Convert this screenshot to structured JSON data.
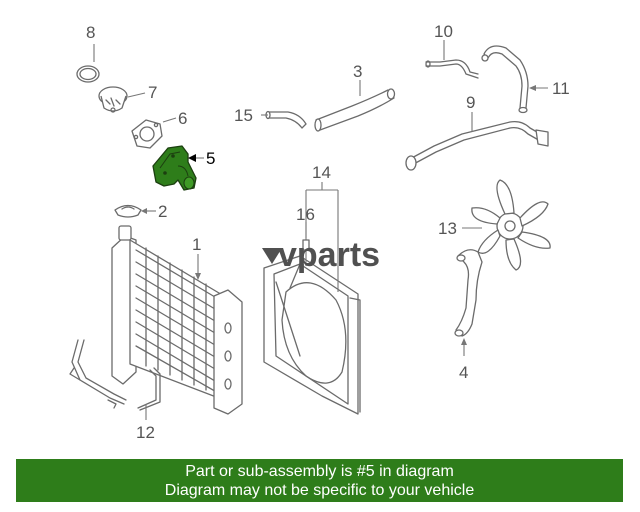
{
  "diagram": {
    "callouts": {
      "c1": "1",
      "c2": "2",
      "c3": "3",
      "c4": "4",
      "c5": "5",
      "c6": "6",
      "c7": "7",
      "c8": "8",
      "c9": "9",
      "c10": "10",
      "c11": "11",
      "c12": "12",
      "c13": "13",
      "c14": "14",
      "c15": "15",
      "c16": "16"
    },
    "highlighted_part": "5",
    "highlight_color": "#2e7d1a",
    "watermark": "vparts"
  },
  "banner": {
    "line1": "Part or sub-assembly is #5 in diagram",
    "line2": "Diagram may not be specific to your vehicle",
    "color": "#2e7d1a"
  }
}
